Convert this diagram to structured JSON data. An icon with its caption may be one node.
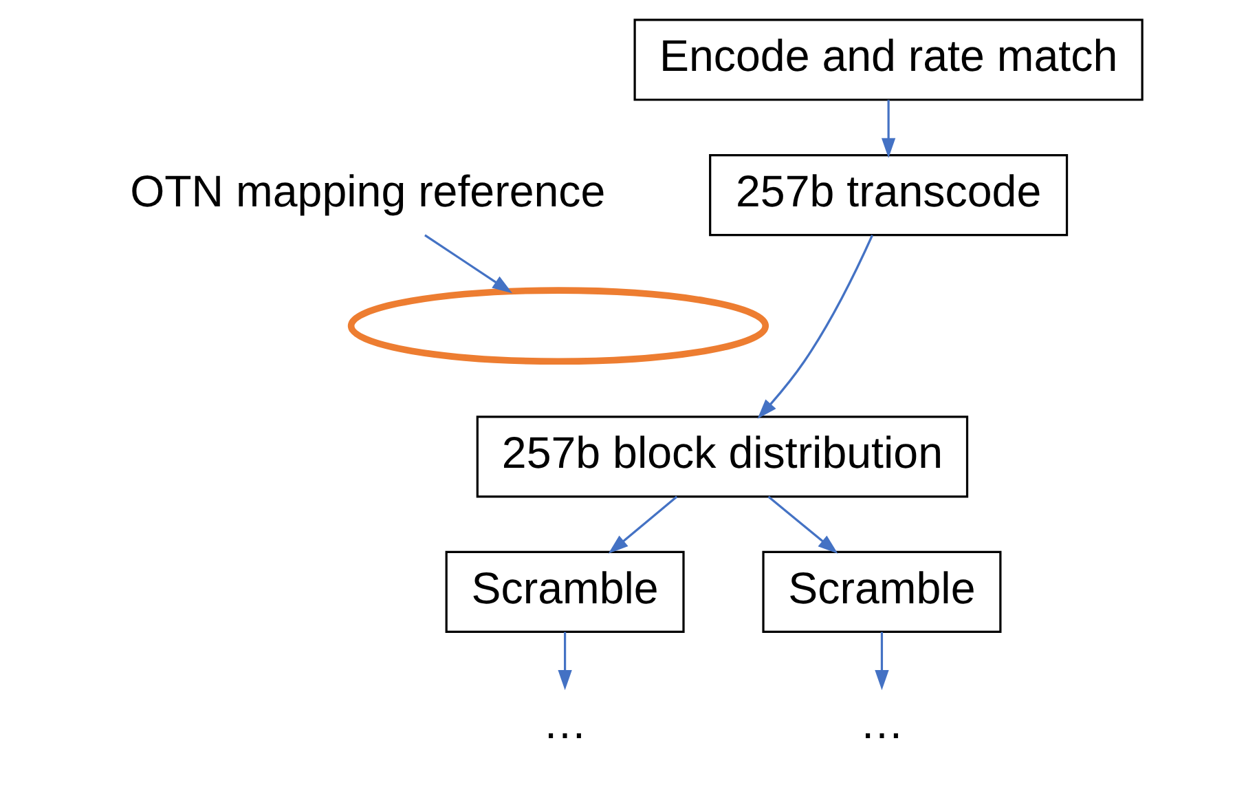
{
  "diagram": {
    "nodes": [
      {
        "text": [
          "Encode and rate match"
        ]
      },
      {
        "text": [
          "257b transcode"
        ]
      },
      {
        "text": [],
        "shape": "ellipse"
      },
      {
        "text": [
          "257b block distribution"
        ]
      },
      {
        "text": [
          "Scramble"
        ]
      },
      {
        "text": [
          "Scramble"
        ]
      },
      {
        "text": [
          "…"
        ]
      },
      {
        "text": [
          "…"
        ]
      },
      {
        "text": [
          "OTN mapping reference"
        ]
      }
    ],
    "edges": [
      {
        "from": 0,
        "to": 1,
        "arrow": "to"
      },
      {
        "from": 1,
        "to": 3,
        "arrow": "to"
      },
      {
        "from": 8,
        "to": 2,
        "arrow": "to"
      },
      {
        "from": 3,
        "to": 4,
        "arrow": "to"
      },
      {
        "from": 3,
        "to": 5,
        "arrow": "to"
      },
      {
        "from": 4,
        "to": 6,
        "arrow": "to"
      },
      {
        "from": 5,
        "to": 7,
        "arrow": "to"
      }
    ]
  }
}
